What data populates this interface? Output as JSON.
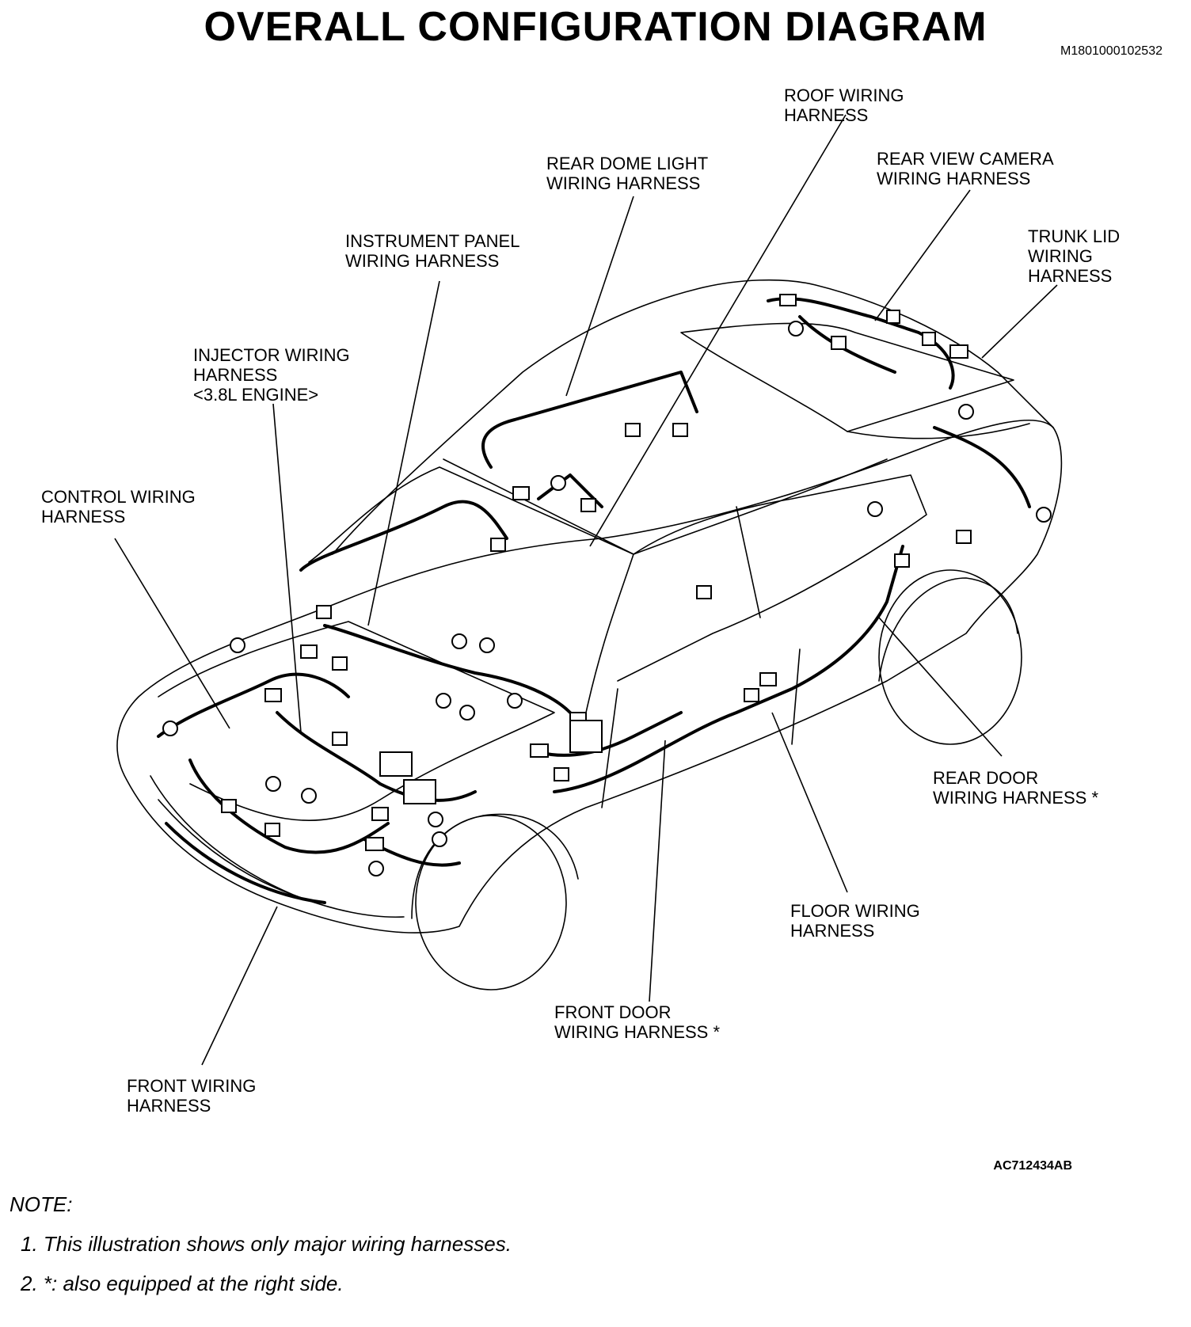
{
  "title": "OVERALL CONFIGURATION DIAGRAM",
  "doc_id": "M1801000102532",
  "figure_id": "AC712434AB",
  "labels": {
    "roof": "ROOF WIRING\nHARNESS",
    "rear_dome": "REAR DOME LIGHT\nWIRING HARNESS",
    "rear_camera": "REAR VIEW CAMERA\nWIRING HARNESS",
    "trunk_lid": "TRUNK LID\nWIRING\nHARNESS",
    "instrument_panel": "INSTRUMENT PANEL\nWIRING HARNESS",
    "injector": "INJECTOR WIRING\nHARNESS\n<3.8L ENGINE>",
    "control": "CONTROL WIRING\nHARNESS",
    "rear_door": "REAR DOOR\nWIRING HARNESS *",
    "floor": "FLOOR WIRING\nHARNESS",
    "front_door": "FRONT DOOR\nWIRING HARNESS *",
    "front": "FRONT WIRING\nHARNESS"
  },
  "note": {
    "heading": "NOTE:",
    "items": [
      "1.  This illustration shows only major wiring harnesses.",
      "2.  *: also equipped at the right side."
    ]
  }
}
